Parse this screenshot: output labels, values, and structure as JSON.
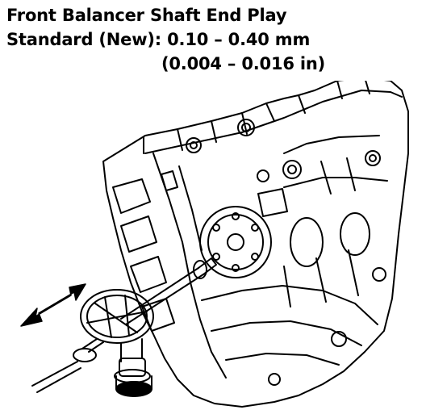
{
  "spec": {
    "title": "Front Balancer Shaft End Play",
    "standard_label": "Standard (New):",
    "value_metric": "0.10 – 0.40 mm",
    "value_imperial": "(0.004 – 0.016 in)"
  },
  "figure": {
    "arrow_icon": "double-headed-arrow-icon",
    "gauge_icon": "dial-indicator-icon",
    "ink_color": "#000000"
  }
}
